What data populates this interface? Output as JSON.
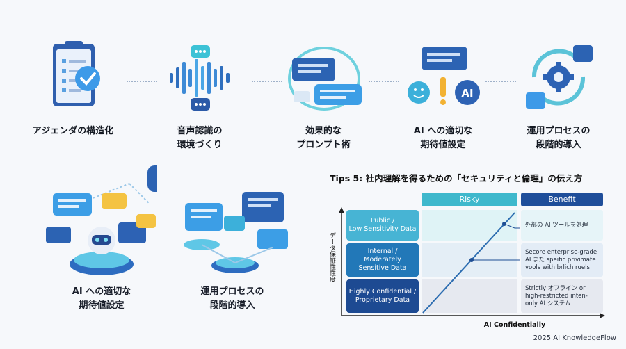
{
  "steps": [
    {
      "label": "アジェンダの構造化",
      "icon": "clipboard-check-icon"
    },
    {
      "label": "音声認識の\n環境づくり",
      "icon": "sound-wave-chat-icon"
    },
    {
      "label": "効果的な\nプロンプト術",
      "icon": "chat-bubbles-icon"
    },
    {
      "label": "AI への適切な\n期待値設定",
      "icon": "ai-expectation-icon"
    },
    {
      "label": "運用プロセスの\n段階的導入",
      "icon": "cycle-gear-icon"
    }
  ],
  "illustrations": [
    {
      "label": "AI への適切な\n期待値設定",
      "icon": "robot-chat-icon"
    },
    {
      "label": "運用プロセスの\n段階的導入",
      "icon": "platform-chat-icon"
    }
  ],
  "tips": {
    "title": "Tips 5: 社内理解を得るための「セキュリティと倫理」の伝え方",
    "columns": {
      "risky": "Risky",
      "benefit": "Benefit"
    },
    "rows": [
      {
        "label": "Public /\nLow Sensitivity Data",
        "benefit": "外部の AI ツールを処理"
      },
      {
        "label": "Internal /\nModerately\nSensitive Data",
        "benefit": "Secore enterprise-grade AI また speific privimate vools with brlich ruels"
      },
      {
        "label": "Highly Confidential /\nProprietary Data",
        "benefit": "Strictly オフライン or high-restricted inten-only AI システム"
      }
    ],
    "y_axis": "データ保証性性度",
    "x_axis": "AI Confidentially"
  },
  "footer": "2025 AI KnowledgeFlow",
  "colors": {
    "risky": "#3fb8cc",
    "benefit": "#1f4e9a",
    "row1": "#47b4d4",
    "row2": "#2278b8",
    "row3": "#1d4a92"
  }
}
